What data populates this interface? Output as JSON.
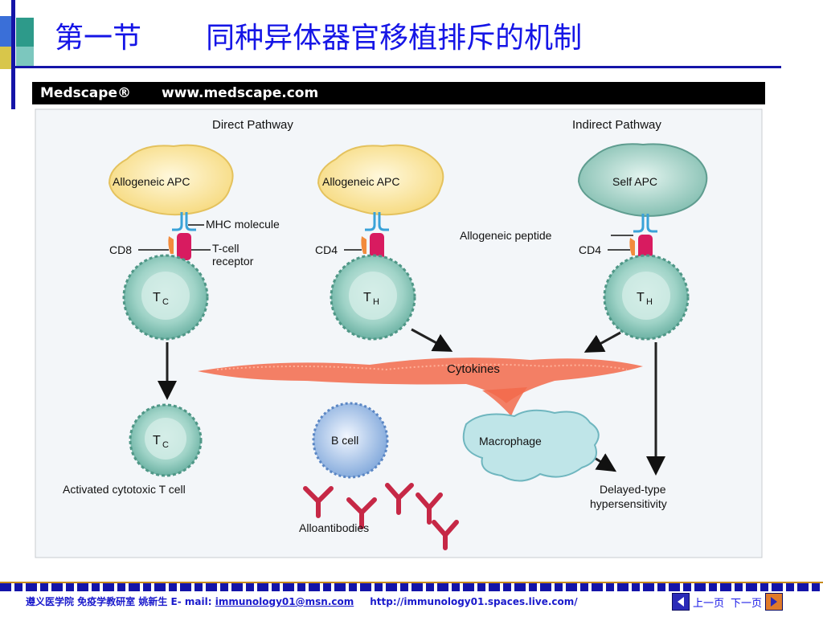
{
  "slide": {
    "section": "第一节",
    "title": "同种异体器官移植排斥的机制"
  },
  "figure": {
    "banner_brand": "Medscape®",
    "banner_url": "www.medscape.com",
    "labels": {
      "direct_pathway": "Direct Pathway",
      "indirect_pathway": "Indirect Pathway",
      "allogeneic_apc": "Allogeneic APC",
      "self_apc": "Self APC",
      "mhc_molecule": "MHC molecule",
      "cd8": "CD8",
      "cd4": "CD4",
      "tcell_receptor_1": "T-cell",
      "tcell_receptor_2": "receptor",
      "allogeneic_peptide": "Allogeneic peptide",
      "tc_main": "T",
      "tc_sub": "C",
      "th_main": "T",
      "th_sub": "H",
      "cytokines": "Cytokines",
      "b_cell": "B cell",
      "macrophage": "Macrophage",
      "activated_tc": "Activated cytotoxic T cell",
      "alloantibodies": "Alloantibodies",
      "dth_1": "Delayed-type",
      "dth_2": "hypersensitivity"
    }
  },
  "footer": {
    "institution": "遵义医学院  免疫学教研室   姚新生   E- mail: ",
    "email": "immunology01@msn.com",
    "website": "http://immunology01.spaces.live.com/",
    "prev_label": "上一页",
    "next_label": "下一页"
  },
  "colors": {
    "title_blue": "#1515e6",
    "apc_yellow": "#fbe7a4",
    "tcell_teal": "#8fcbbf",
    "bcell_blue": "#a9c6e8",
    "macrophage_cyan": "#b4e0e4",
    "cytokine_red": "#e8553a",
    "receptor_pink": "#d81b60",
    "antibody_red": "#c62846"
  }
}
